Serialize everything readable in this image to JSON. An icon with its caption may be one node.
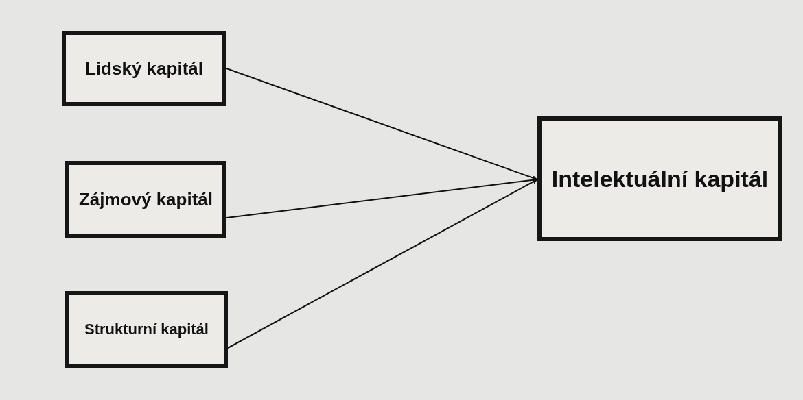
{
  "diagram": {
    "nodes": [
      {
        "text": [
          "Lidský kapitál"
        ]
      },
      {
        "text": [
          "Zájmový kapitál"
        ]
      },
      {
        "text": [
          "Strukturní kapitál"
        ]
      },
      {
        "text": [
          "Intelektuální kapitál"
        ]
      }
    ],
    "edges": [
      {
        "from": 0,
        "to": 3,
        "arrow": "to"
      },
      {
        "from": 1,
        "to": 3,
        "arrow": "to"
      },
      {
        "from": 2,
        "to": 3,
        "arrow": "to"
      }
    ]
  }
}
